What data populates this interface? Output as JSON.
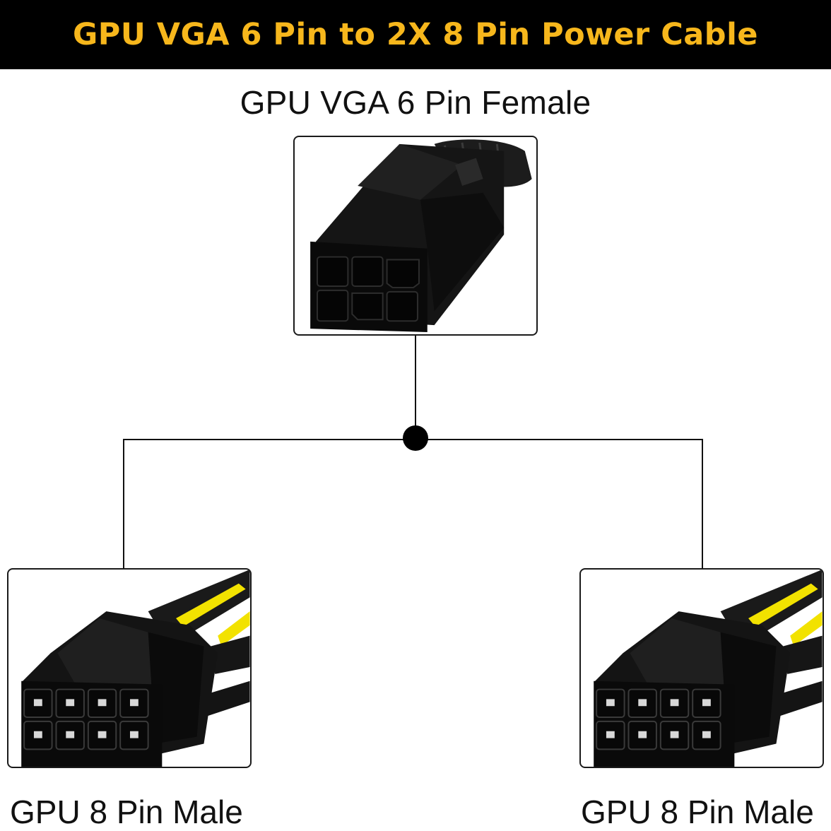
{
  "header": {
    "title": "GPU VGA 6 Pin to 2X 8 Pin Power Cable"
  },
  "connectors": {
    "top": {
      "label": "GPU VGA 6 Pin Female"
    },
    "left": {
      "label": "GPU 8 Pin Male"
    },
    "right": {
      "label": "GPU 8 Pin Male"
    }
  },
  "colors": {
    "banner_bg": "#000000",
    "banner_text": "#f7b71c",
    "connector": "#111111",
    "wire_yellow": "#f2e200"
  }
}
